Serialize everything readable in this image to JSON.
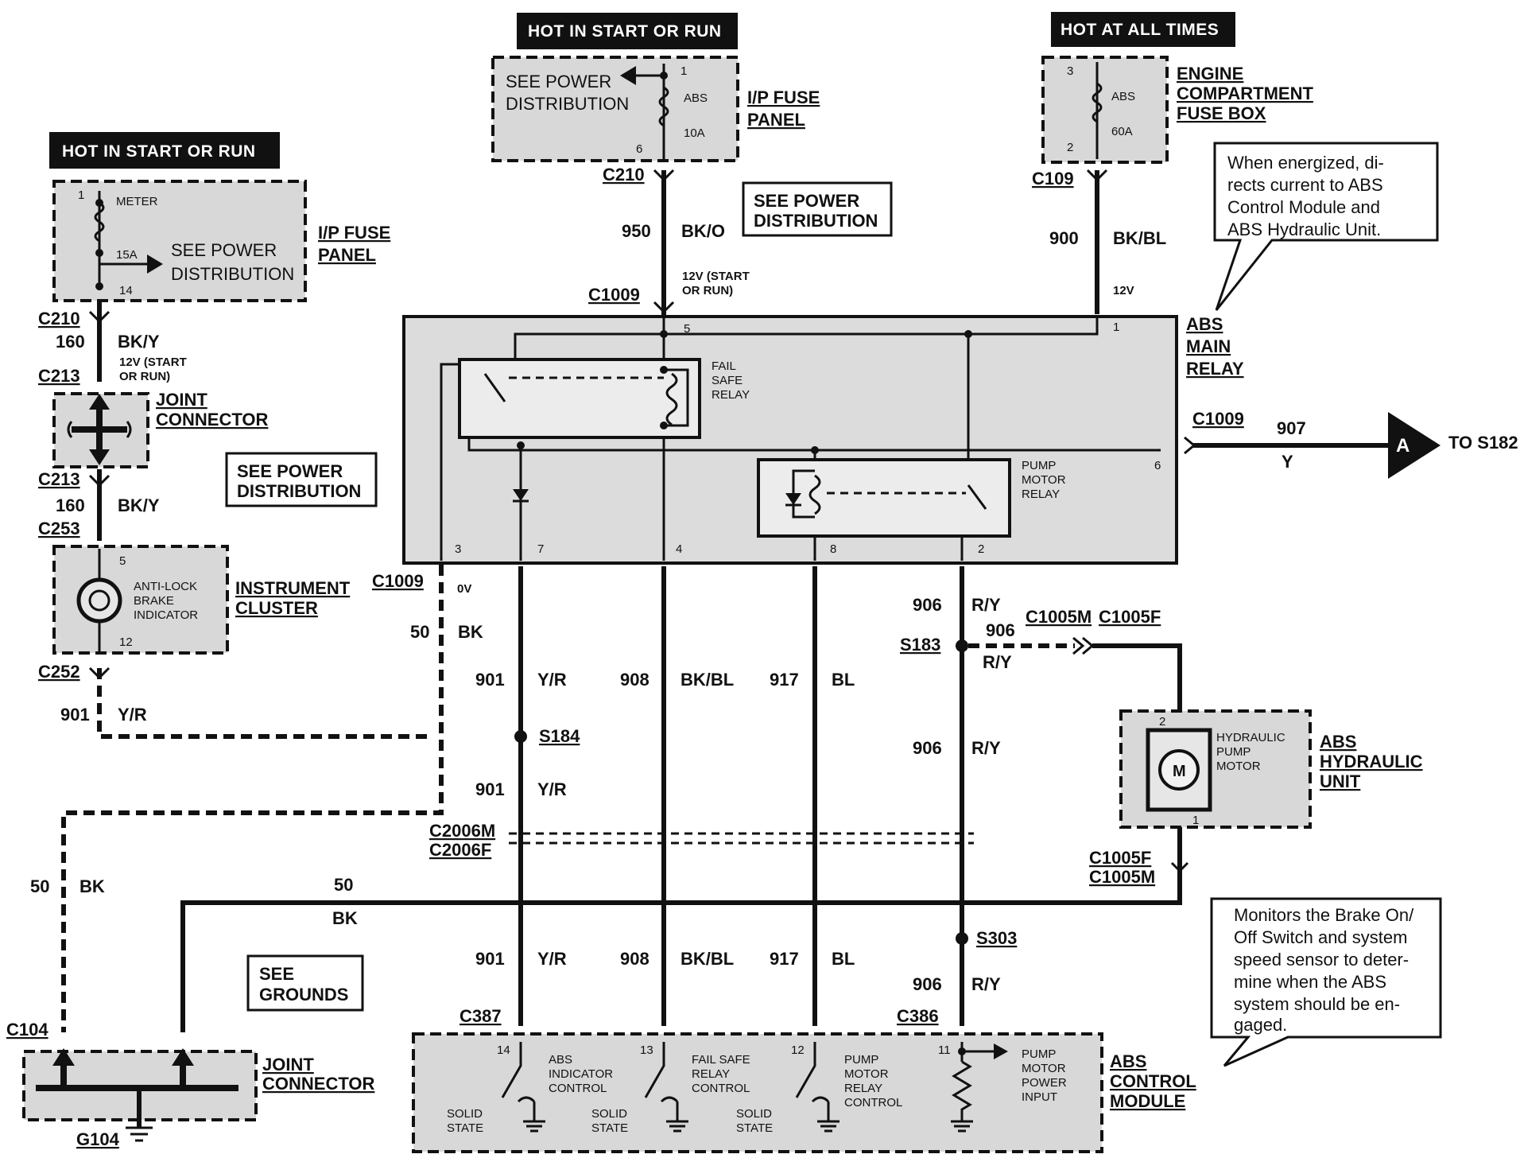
{
  "banners": {
    "left": "HOT IN START OR RUN",
    "top_center": "HOT IN START OR RUN",
    "top_right": "HOT AT ALL TIMES"
  },
  "notes": {
    "main_relay": [
      "When energized, di-",
      "rects current to ABS",
      "Control Module and",
      "ABS Hydraulic Unit."
    ],
    "control_module": [
      "Monitors the Brake On/",
      "Off Switch and system",
      "speed sensor to deter-",
      "mine when the ABS",
      "system should be en-",
      "gaged."
    ]
  },
  "see_boxes": {
    "power_dist_top": [
      "SEE POWER",
      "DISTRIBUTION"
    ],
    "power_dist_left": [
      "SEE POWER",
      "DISTRIBUTION"
    ],
    "grounds": [
      "SEE",
      "GROUNDS"
    ]
  },
  "components": {
    "ip_fuse_panel_left": {
      "label": [
        "I/P FUSE",
        "PANEL"
      ],
      "fuse_name": "METER",
      "fuse_rating": "15A",
      "pin_top": "1",
      "pin_bottom": "14",
      "see": [
        "SEE POWER",
        "DISTRIBUTION"
      ]
    },
    "ip_fuse_panel_top": {
      "label": [
        "I/P FUSE",
        "PANEL"
      ],
      "fuse_name": "ABS",
      "fuse_rating": "10A",
      "pin_top": "1",
      "pin_bottom": "6",
      "see": [
        "SEE POWER",
        "DISTRIBUTION"
      ]
    },
    "engine_fuse_box": {
      "label": [
        "ENGINE",
        "COMPARTMENT",
        "FUSE BOX"
      ],
      "fuse_name": "ABS",
      "fuse_rating": "60A",
      "pin_top": "3",
      "pin_bottom": "2"
    },
    "joint_connector_top": {
      "label": [
        "JOINT",
        "CONNECTOR"
      ]
    },
    "instrument_cluster": {
      "label": [
        "INSTRUMENT",
        "CLUSTER"
      ],
      "inner": [
        "ANTI-LOCK",
        "BRAKE",
        "INDICATOR"
      ],
      "pin_top": "5",
      "pin_bottom": "12"
    },
    "abs_main_relay": {
      "label": [
        "ABS",
        "MAIN",
        "RELAY"
      ],
      "fail_safe": [
        "FAIL",
        "SAFE",
        "RELAY"
      ],
      "pump_motor": [
        "PUMP",
        "MOTOR",
        "RELAY"
      ],
      "pins": {
        "p5": "5",
        "p1": "1",
        "p6": "6",
        "p3": "3",
        "p7": "7",
        "p4": "4",
        "p8": "8",
        "p2": "2"
      }
    },
    "abs_hydraulic_unit": {
      "label": [
        "ABS",
        "HYDRAULIC",
        "UNIT"
      ],
      "inner": [
        "HYDRAULIC",
        "PUMP",
        "MOTOR"
      ],
      "motor_symbol": "M",
      "pin_top": "2",
      "pin_bottom": "1"
    },
    "joint_connector_bottom": {
      "label": [
        "JOINT",
        "CONNECTOR"
      ],
      "ground": "G104"
    },
    "abs_control_module": {
      "label": [
        "ABS",
        "CONTROL",
        "MODULE"
      ],
      "ch14": {
        "pin": "14",
        "name": [
          "ABS",
          "INDICATOR",
          "CONTROL"
        ],
        "state": [
          "SOLID",
          "STATE"
        ]
      },
      "ch13": {
        "pin": "13",
        "name": [
          "FAIL SAFE",
          "RELAY",
          "CONTROL"
        ],
        "state": [
          "SOLID",
          "STATE"
        ]
      },
      "ch12": {
        "pin": "12",
        "name": [
          "PUMP",
          "MOTOR",
          "RELAY",
          "CONTROL"
        ],
        "state": [
          "SOLID",
          "STATE"
        ]
      },
      "ch11": {
        "pin": "11",
        "name": [
          "PUMP",
          "MOTOR",
          "POWER",
          "INPUT"
        ]
      }
    }
  },
  "connectors": {
    "c210_left": "C210",
    "c213_a": "C213",
    "c213_b": "C213",
    "c253": "C253",
    "c252": "C252",
    "c210_top": "C210",
    "c1009_top": "C1009",
    "c109": "C109",
    "c1009_left": "C1009",
    "c1009_right": "C1009",
    "c1005m_top": "C1005M",
    "c1005f_top": "C1005F",
    "c2006m": "C2006M",
    "c2006f": "C2006F",
    "c1005f_bot": "C1005F",
    "c1005m_bot": "C1005M",
    "c387": "C387",
    "c386": "C386",
    "c104": "C104"
  },
  "splices": {
    "s184": "S184",
    "s183": "S183",
    "s303": "S303"
  },
  "offpage": {
    "letter": "A",
    "text": "TO S182"
  },
  "wires": {
    "w160a": {
      "circuit": "160",
      "color": "BK/Y",
      "note": [
        "12V (START",
        "OR RUN)"
      ]
    },
    "w160b": {
      "circuit": "160",
      "color": "BK/Y"
    },
    "w901_cluster": {
      "circuit": "901",
      "color": "Y/R"
    },
    "w950": {
      "circuit": "950",
      "color": "BK/O",
      "note": [
        "12V (START",
        "OR RUN)"
      ]
    },
    "w900": {
      "circuit": "900",
      "color": "BK/BL",
      "note": "12V"
    },
    "w907": {
      "circuit": "907",
      "color": "Y"
    },
    "w50_c1009": {
      "circuit": "50",
      "color": "BK",
      "note": "0V"
    },
    "w901_a": {
      "circuit": "901",
      "color": "Y/R"
    },
    "w908_a": {
      "circuit": "908",
      "color": "BK/BL"
    },
    "w917_a": {
      "circuit": "917",
      "color": "BL"
    },
    "w906_a": {
      "circuit": "906",
      "color": "R/Y"
    },
    "w906_h": {
      "circuit": "906",
      "color": "R/Y"
    },
    "w901_b": {
      "circuit": "901",
      "color": "Y/R"
    },
    "w906_b": {
      "circuit": "906",
      "color": "R/Y"
    },
    "w50_left": {
      "circuit": "50",
      "color": "BK"
    },
    "w50_mid": {
      "circuit": "50",
      "color": "BK"
    },
    "w901_c": {
      "circuit": "901",
      "color": "Y/R"
    },
    "w908_c": {
      "circuit": "908",
      "color": "BK/BL"
    },
    "w917_c": {
      "circuit": "917",
      "color": "BL"
    },
    "w906_c": {
      "circuit": "906",
      "color": "R/Y"
    }
  }
}
